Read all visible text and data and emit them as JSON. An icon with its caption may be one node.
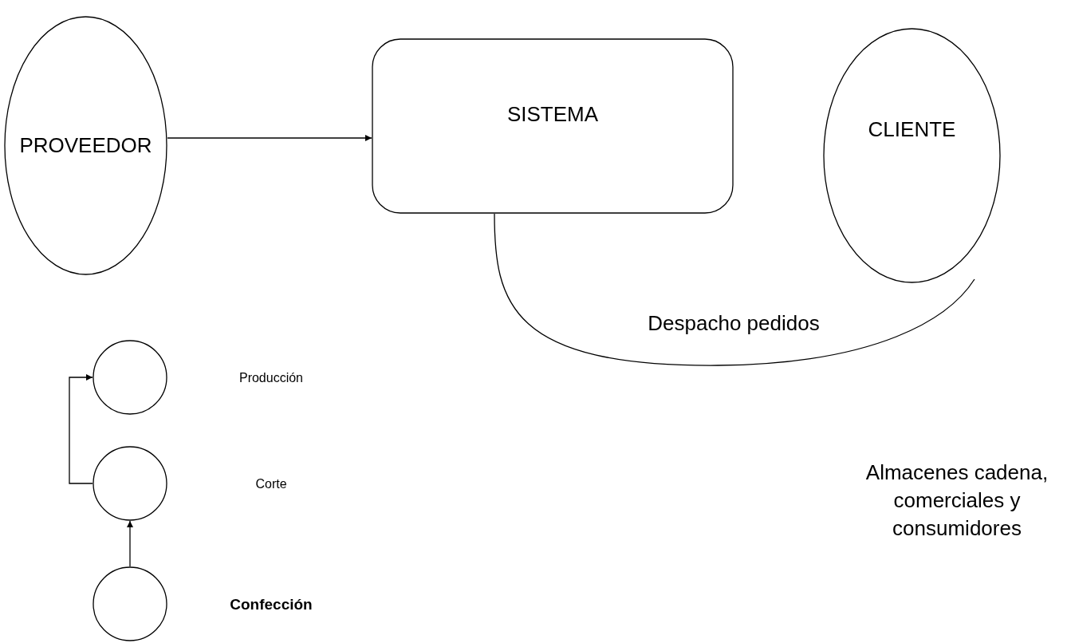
{
  "diagram": {
    "nodes": [
      {
        "text": [
          "PROVEEDOR"
        ]
      },
      {
        "text": [
          "SISTEMA"
        ]
      },
      {
        "text": [
          "CLIENTE"
        ]
      },
      {
        "text": [],
        "shape": "circle"
      },
      {
        "text": [],
        "shape": "circle"
      },
      {
        "text": [],
        "shape": "circle"
      }
    ],
    "edges": [
      {
        "from": 0,
        "to": 1,
        "arrow": "to"
      },
      {
        "from": 1,
        "to": 2,
        "arrow": "none",
        "label": "Despacho pedidos"
      },
      {
        "from": 4,
        "to": 3,
        "arrow": "to"
      },
      {
        "from": 5,
        "to": 4,
        "arrow": "to"
      }
    ],
    "labels": [
      "Producción",
      "Almacenes cadena, comerciales y consumidores",
      "Corte",
      "Confección"
    ]
  }
}
